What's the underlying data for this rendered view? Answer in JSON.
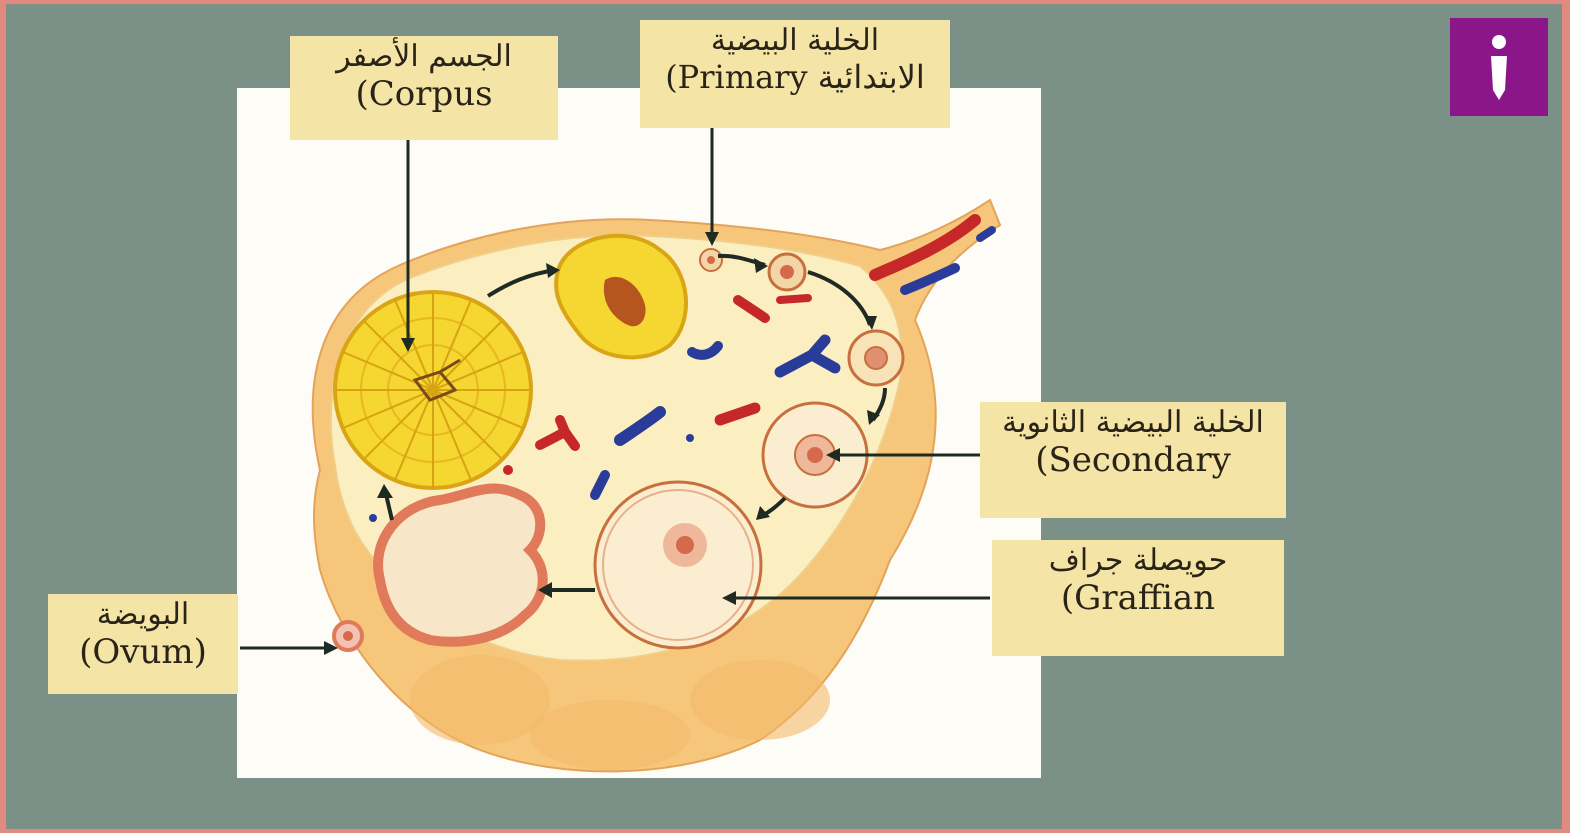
{
  "info_button": {
    "icon": "info-icon",
    "color": "#8a168a"
  },
  "labels": {
    "corpus": {
      "arabic": "الجسم الأصفر",
      "english": "(Corpus"
    },
    "primary": {
      "arabic": "الخلية البيضية",
      "line2": "(Primary الابتدائية"
    },
    "secondary": {
      "arabic": "الخلية البيضية الثانوية",
      "english": "(Secondary"
    },
    "graafian": {
      "arabic": "حويصلة جراف",
      "english": "(Graffian"
    },
    "ovum": {
      "arabic": "البويضة",
      "english": "(Ovum)"
    }
  }
}
